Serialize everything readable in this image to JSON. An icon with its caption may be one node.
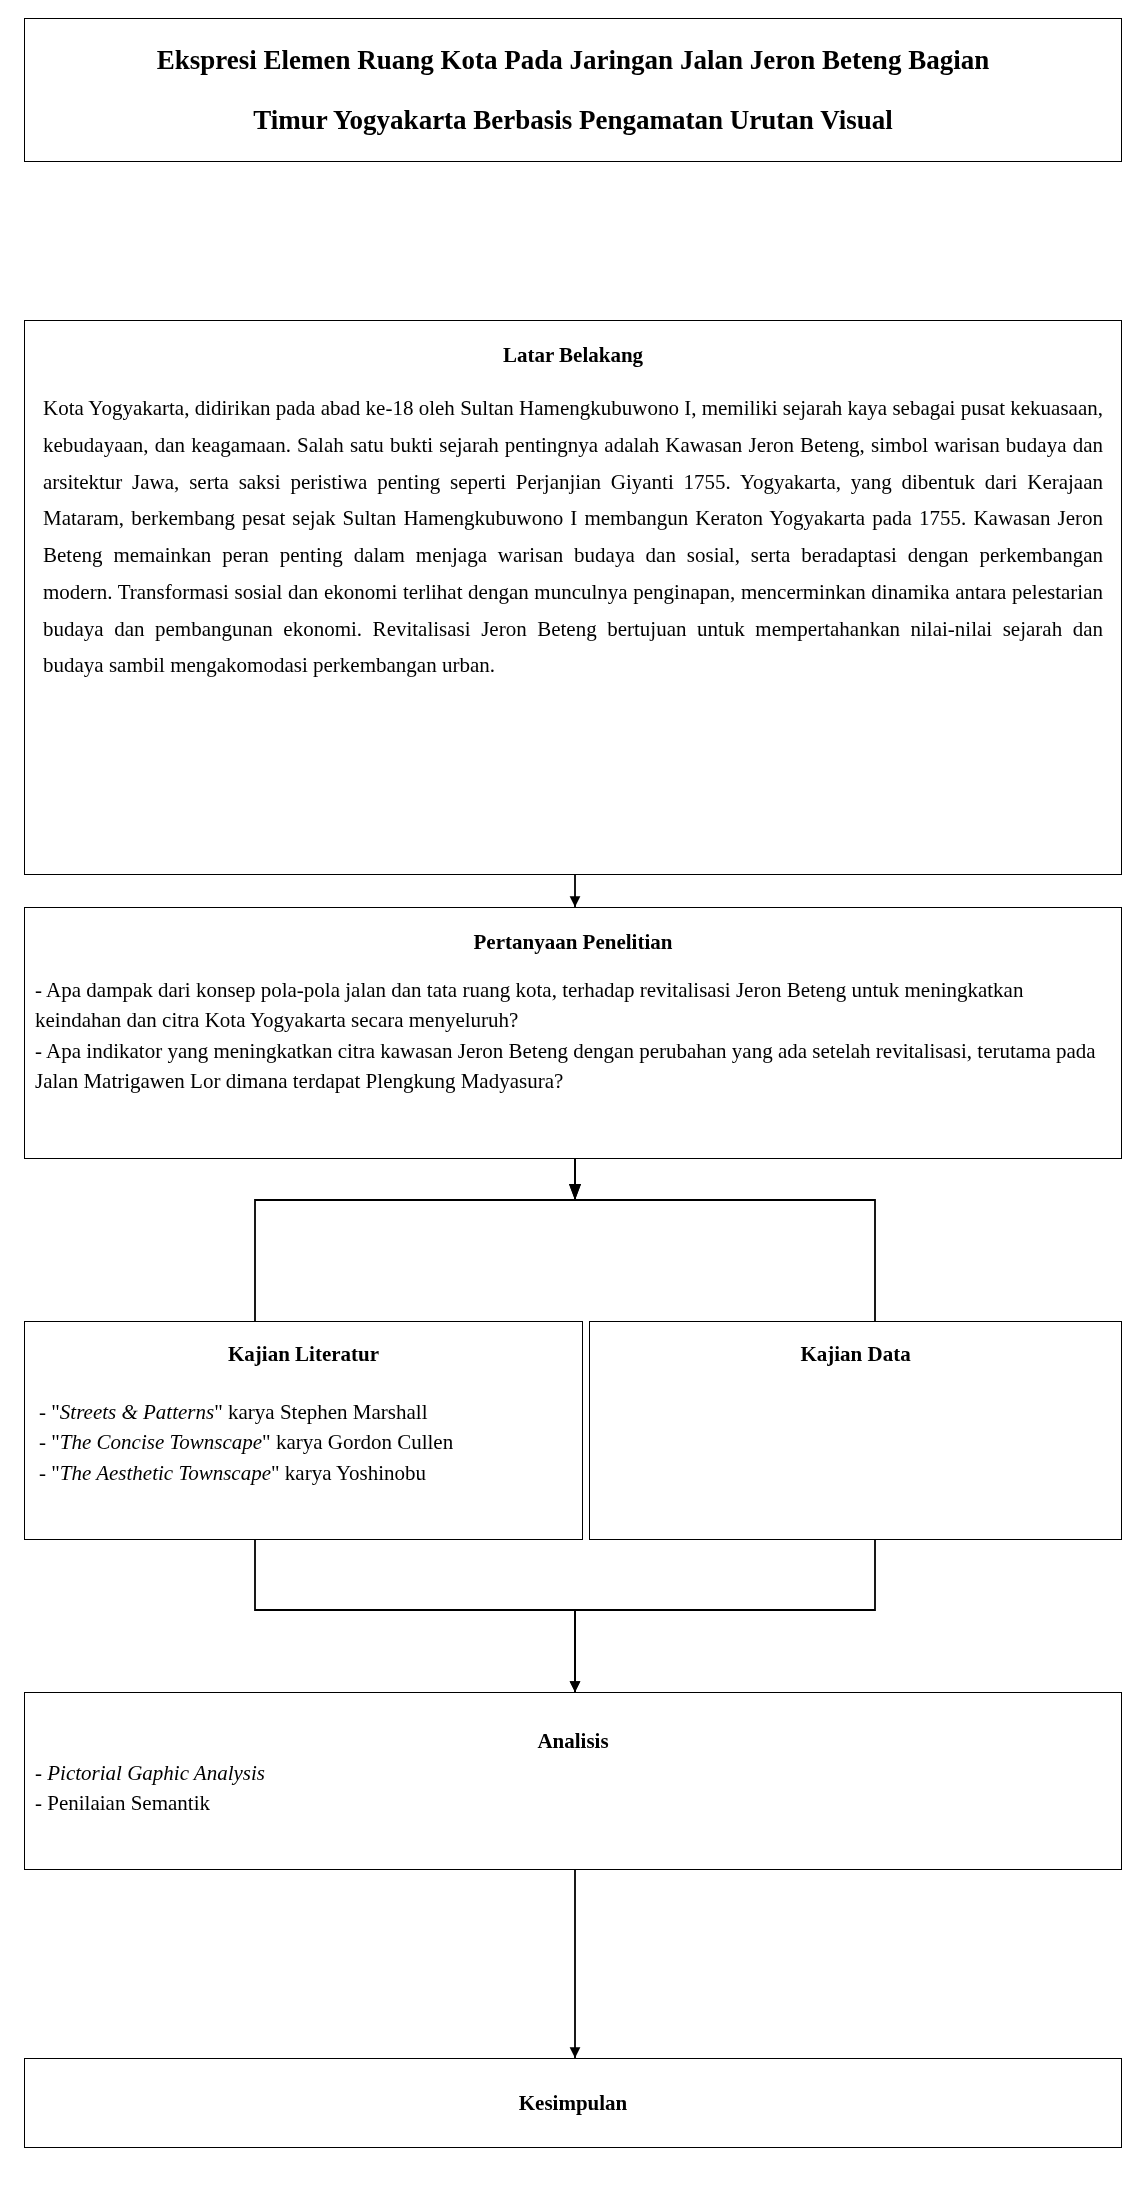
{
  "diagram": {
    "title": "Ekspresi Elemen Ruang Kota Pada Jaringan Jalan Jeron Beteng Bagian Timur Yogyakarta Berbasis Pengamatan Urutan Visual",
    "nodes": [
      {
        "text": [
          "Latar Belakang",
          "Kota Yogyakarta, didirikan pada abad ke-18 oleh Sultan Hamengkubuwono I, memiliki sejarah kaya sebagai pusat kekuasaan, kebudayaan, dan keagamaan. Salah satu bukti sejarah pentingnya adalah Kawasan Jeron Beteng, simbol warisan budaya dan arsitektur Jawa, serta saksi peristiwa penting seperti Perjanjian Giyanti 1755. Yogyakarta, yang dibentuk dari Kerajaan Mataram, berkembang pesat sejak Sultan Hamengkubuwono I membangun Keraton Yogyakarta pada 1755. Kawasan Jeron Beteng memainkan peran penting dalam menjaga warisan budaya dan sosial, serta beradaptasi dengan perkembangan modern. Transformasi sosial dan ekonomi terlihat dengan munculnya penginapan, mencerminkan dinamika antara pelestarian budaya dan pembangunan ekonomi. Revitalisasi Jeron Beteng bertujuan untuk mempertahankan nilai-nilai sejarah dan budaya sambil mengakomodasi perkembangan urban."
        ]
      },
      {
        "text": [
          "Pertanyaan Penelitian",
          "- Apa dampak dari konsep pola-pola jalan dan tata ruang kota, terhadap revitalisasi Jeron Beteng untuk meningkatkan keindahan dan citra Kota Yogyakarta secara menyeluruh?",
          "- Apa indikator yang meningkatkan citra kawasan Jeron Beteng dengan perubahan yang ada setelah revitalisasi, terutama pada Jalan Matrigawen Lor dimana terdapat Plengkung Madyasura?"
        ]
      },
      {
        "text": [
          "Kajian Literatur",
          "- \"*Streets & Patterns*\" karya Stephen Marshall",
          "- \"*The Concise Townscape*\" karya Gordon Cullen",
          "- \"*The Aesthetic Townscape*\" karya Yoshinobu"
        ]
      },
      {
        "text": [
          "Kajian Data"
        ]
      },
      {
        "text": [
          "Analisis",
          "- *Pictorial Gaphic Analysis*",
          "- Penilaian Semantik"
        ]
      },
      {
        "text": [
          "Kesimpulan"
        ]
      }
    ],
    "edges": [
      {
        "from": 0,
        "to": 1,
        "arrow": "to"
      },
      {
        "from": 1,
        "to": 2,
        "arrow": "to"
      },
      {
        "from": 1,
        "to": 3,
        "arrow": "to"
      },
      {
        "from": 2,
        "to": 4,
        "arrow": "to"
      },
      {
        "from": 3,
        "to": 4,
        "arrow": "to"
      },
      {
        "from": 4,
        "to": 5,
        "arrow": "to"
      }
    ]
  }
}
